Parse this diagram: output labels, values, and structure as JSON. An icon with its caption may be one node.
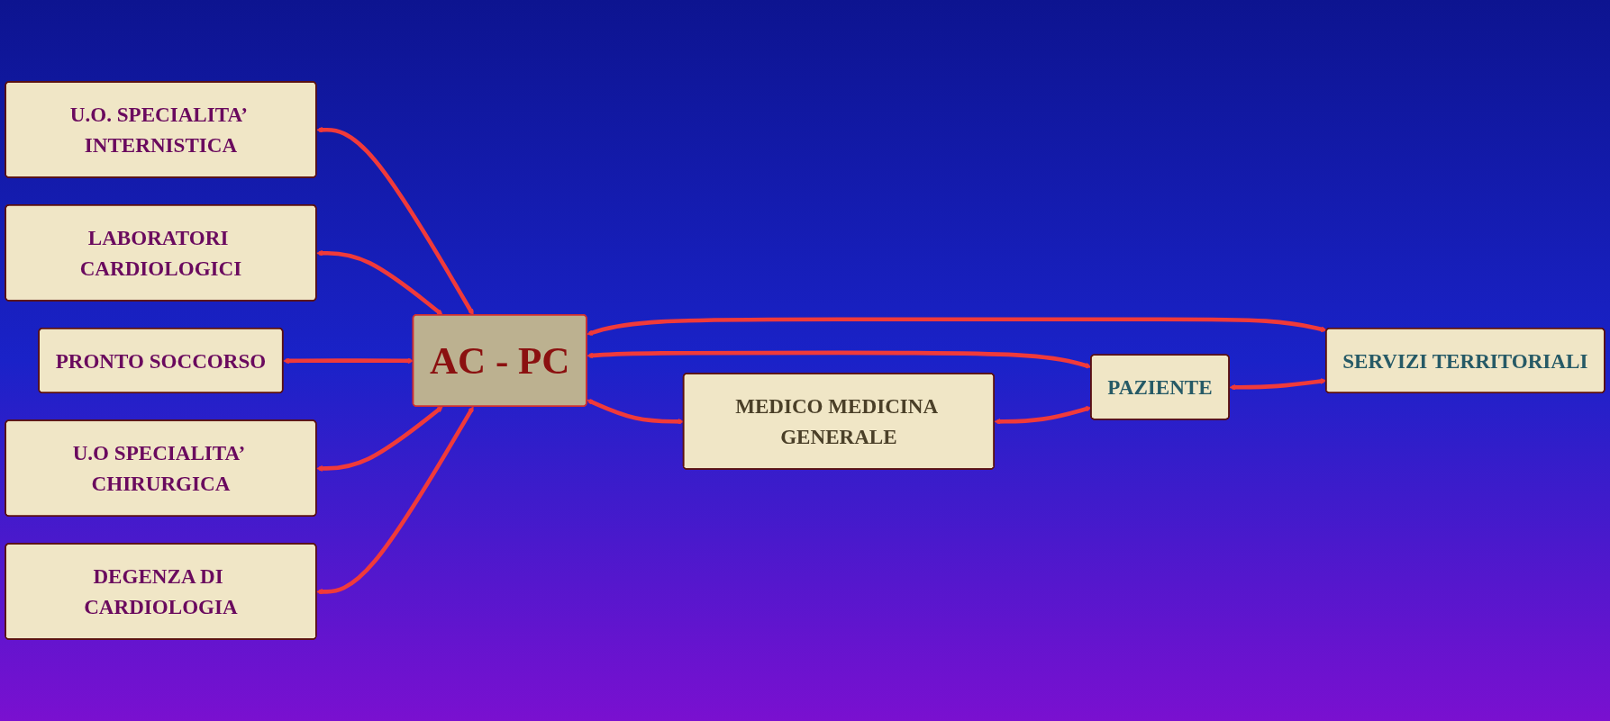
{
  "diagram": {
    "nodes": [
      {
        "text": [
          "U.O. SPECIALITA’ INTERNISTICA"
        ]
      },
      {
        "text": [
          "LABORATORI CARDIOLOGICI"
        ]
      },
      {
        "text": [
          "MEDICO MEDICINA GENERALE"
        ]
      },
      {
        "text": [
          "PRONTO SOCCORSO"
        ]
      },
      {
        "text": [
          "AC - PC"
        ]
      },
      {
        "text": [
          "PAZIENTE"
        ]
      },
      {
        "text": [
          "U.O SPECIALITA’ CHIRURGICA"
        ]
      },
      {
        "text": [
          "DEGENZA DI CARDIOLOGIA"
        ]
      },
      {
        "text": [
          "SERVIZI TERRITORIALI"
        ]
      }
    ],
    "edges": [
      {
        "from": 0,
        "to": 4,
        "arrow": "both"
      },
      {
        "from": 1,
        "to": 4,
        "arrow": "both"
      },
      {
        "from": 3,
        "to": 4,
        "arrow": "both"
      },
      {
        "from": 6,
        "to": 4,
        "arrow": "both"
      },
      {
        "from": 7,
        "to": 4,
        "arrow": "both"
      },
      {
        "from": 4,
        "to": 2,
        "arrow": "both"
      },
      {
        "from": 4,
        "to": 5,
        "arrow": "both"
      },
      {
        "from": 4,
        "to": 8,
        "arrow": "both"
      },
      {
        "from": 2,
        "to": 5,
        "arrow": "both"
      },
      {
        "from": 5,
        "to": 8,
        "arrow": "both"
      }
    ]
  }
}
